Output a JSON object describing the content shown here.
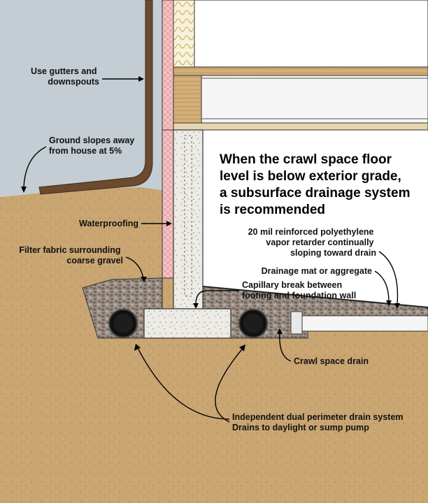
{
  "title_lines": [
    "When the crawl space floor",
    "level is below exterior grade,",
    "a subsurface drainage system",
    "is recommended"
  ],
  "labels": {
    "gutters": [
      "Use gutters and",
      "downspouts"
    ],
    "ground_slope": [
      "Ground slopes away",
      "from house at 5%"
    ],
    "waterproofing": [
      "Waterproofing"
    ],
    "filter_fabric": [
      "Filter fabric surrounding",
      "coarse gravel"
    ],
    "vapor_retarder": [
      "20 mil reinforced polyethylene",
      "vapor retarder continually",
      "sloping toward drain"
    ],
    "drainage_mat": [
      "Drainage mat or aggregate"
    ],
    "capillary_break": [
      "Capillary break between",
      "footing and foundation wall"
    ],
    "crawl_drain": [
      "Crawl space drain"
    ],
    "perimeter_drain": [
      "Independent dual perimeter drain system",
      "Drains to daylight or sump pump"
    ]
  },
  "colors": {
    "sky": "#c3cdd3",
    "soil": "#c9a572",
    "gravel": "#8a8178",
    "concrete": "#ecebe6",
    "waterproofing": "#f2b8b8",
    "downspout": "#6b4a2e",
    "pipe": "#111111"
  }
}
